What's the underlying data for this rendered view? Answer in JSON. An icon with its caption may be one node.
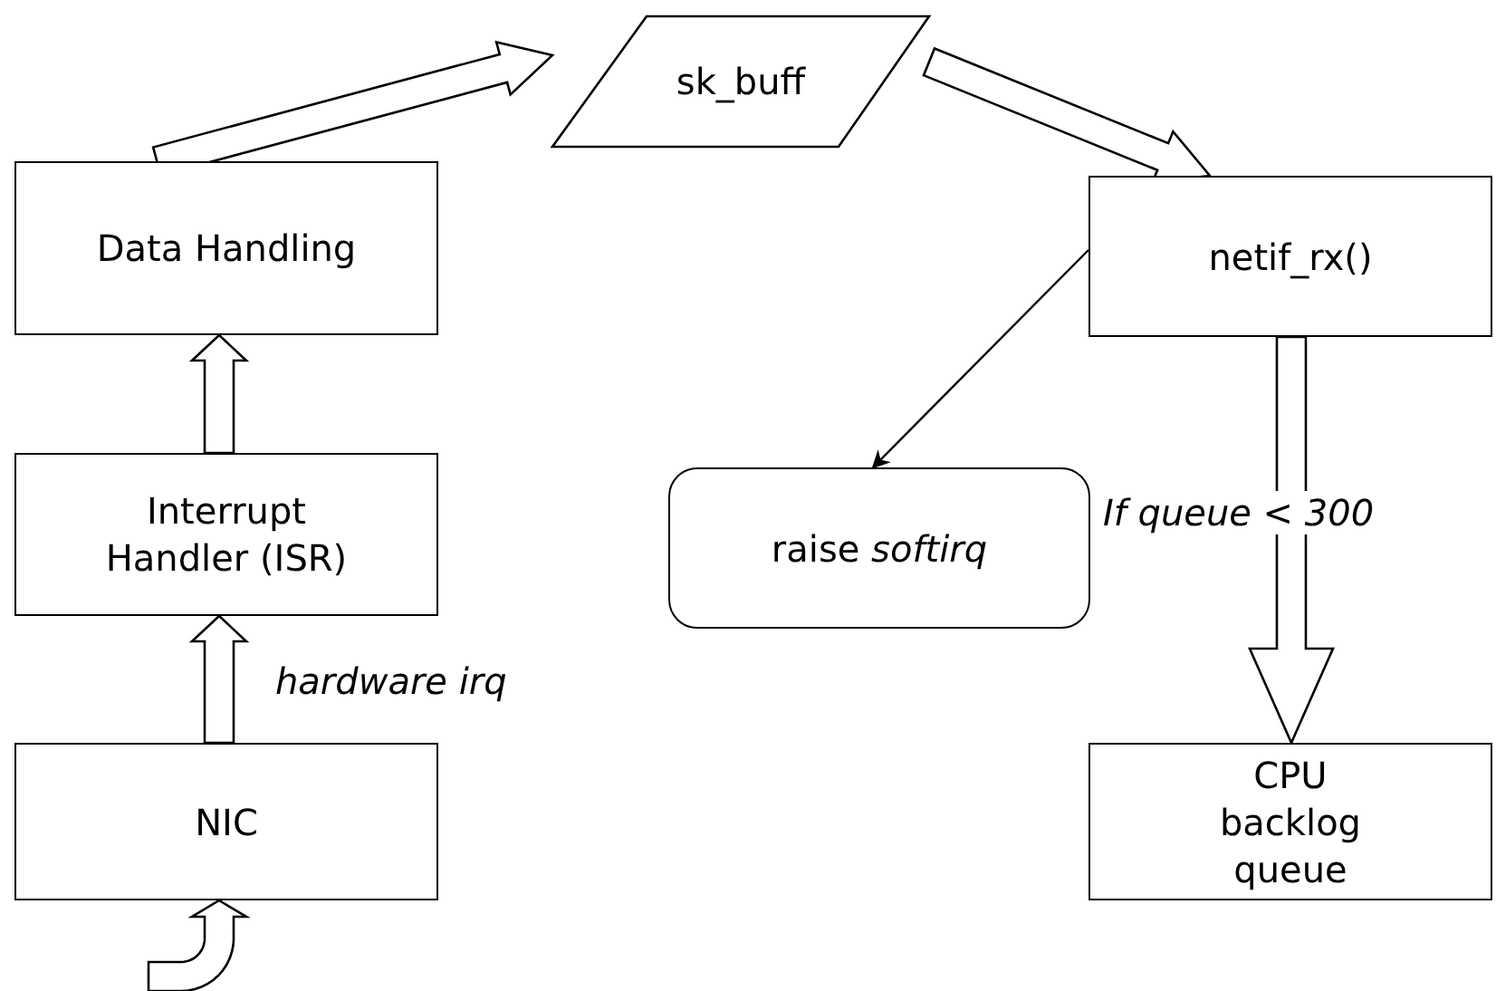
{
  "diagram": {
    "nodes": [
      {
        "text": [
          "Data Handling"
        ]
      },
      {
        "text": [
          "Interrupt Handler (ISR)"
        ]
      },
      {
        "text": [
          "NIC"
        ]
      },
      {
        "text": [
          "sk_buff"
        ]
      },
      {
        "text": [
          "netif_rx()"
        ]
      },
      {
        "text": [
          "raise *softirq*"
        ]
      },
      {
        "text": [
          "CPU backlog queue"
        ]
      }
    ],
    "edges": [
      {
        "from": null,
        "to": 2,
        "arrow": "to",
        "style": "thick"
      },
      {
        "from": 2,
        "to": 1,
        "arrow": "to",
        "style": "thick",
        "label": "hardware irq"
      },
      {
        "from": 1,
        "to": 0,
        "arrow": "to",
        "style": "thick"
      },
      {
        "from": 0,
        "to": 3,
        "arrow": "to",
        "style": "thick"
      },
      {
        "from": 3,
        "to": 4,
        "arrow": "to",
        "style": "thick"
      },
      {
        "from": 4,
        "to": 5,
        "arrow": "to"
      },
      {
        "from": 4,
        "to": 6,
        "arrow": "to",
        "style": "thick",
        "label": "If queue < 300"
      }
    ]
  }
}
